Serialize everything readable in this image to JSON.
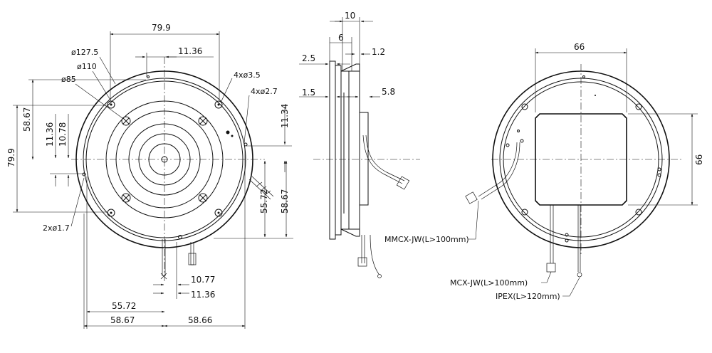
{
  "front_view": {
    "top_width": "79.9",
    "outer_dia": "ø127.5",
    "ring_dia": "ø110",
    "inner_dia": "ø85",
    "offset_x": "11.36",
    "holes_4x35": "4xø3.5",
    "holes_4x27": "4xø2.7",
    "offset_y_right": "11.34",
    "height_left": "58.67",
    "offset_y_left_a": "11.36",
    "offset_y_left_b": "10.78",
    "total_height": "79.9",
    "holes_2x17": "2xø1.7",
    "right_55": "55.72",
    "right_58": "58.67",
    "bottom_1077": "10.77",
    "bottom_1136": "11.36",
    "bottom_5572": "55.72",
    "bottom_5867": "58.67",
    "bottom_5866": "58.66"
  },
  "side_view": {
    "d10": "10",
    "d6": "6",
    "d12": "1.2",
    "d25": "2.5",
    "d15": "1.5",
    "d58": "5.8"
  },
  "back_view": {
    "width": "66",
    "height": "66",
    "cable_mmcx": "MMCX-JW(L>100mm)",
    "cable_mcx": "MCX-JW(L>100mm)",
    "cable_ipex": "IPEX(L>120mm)"
  }
}
